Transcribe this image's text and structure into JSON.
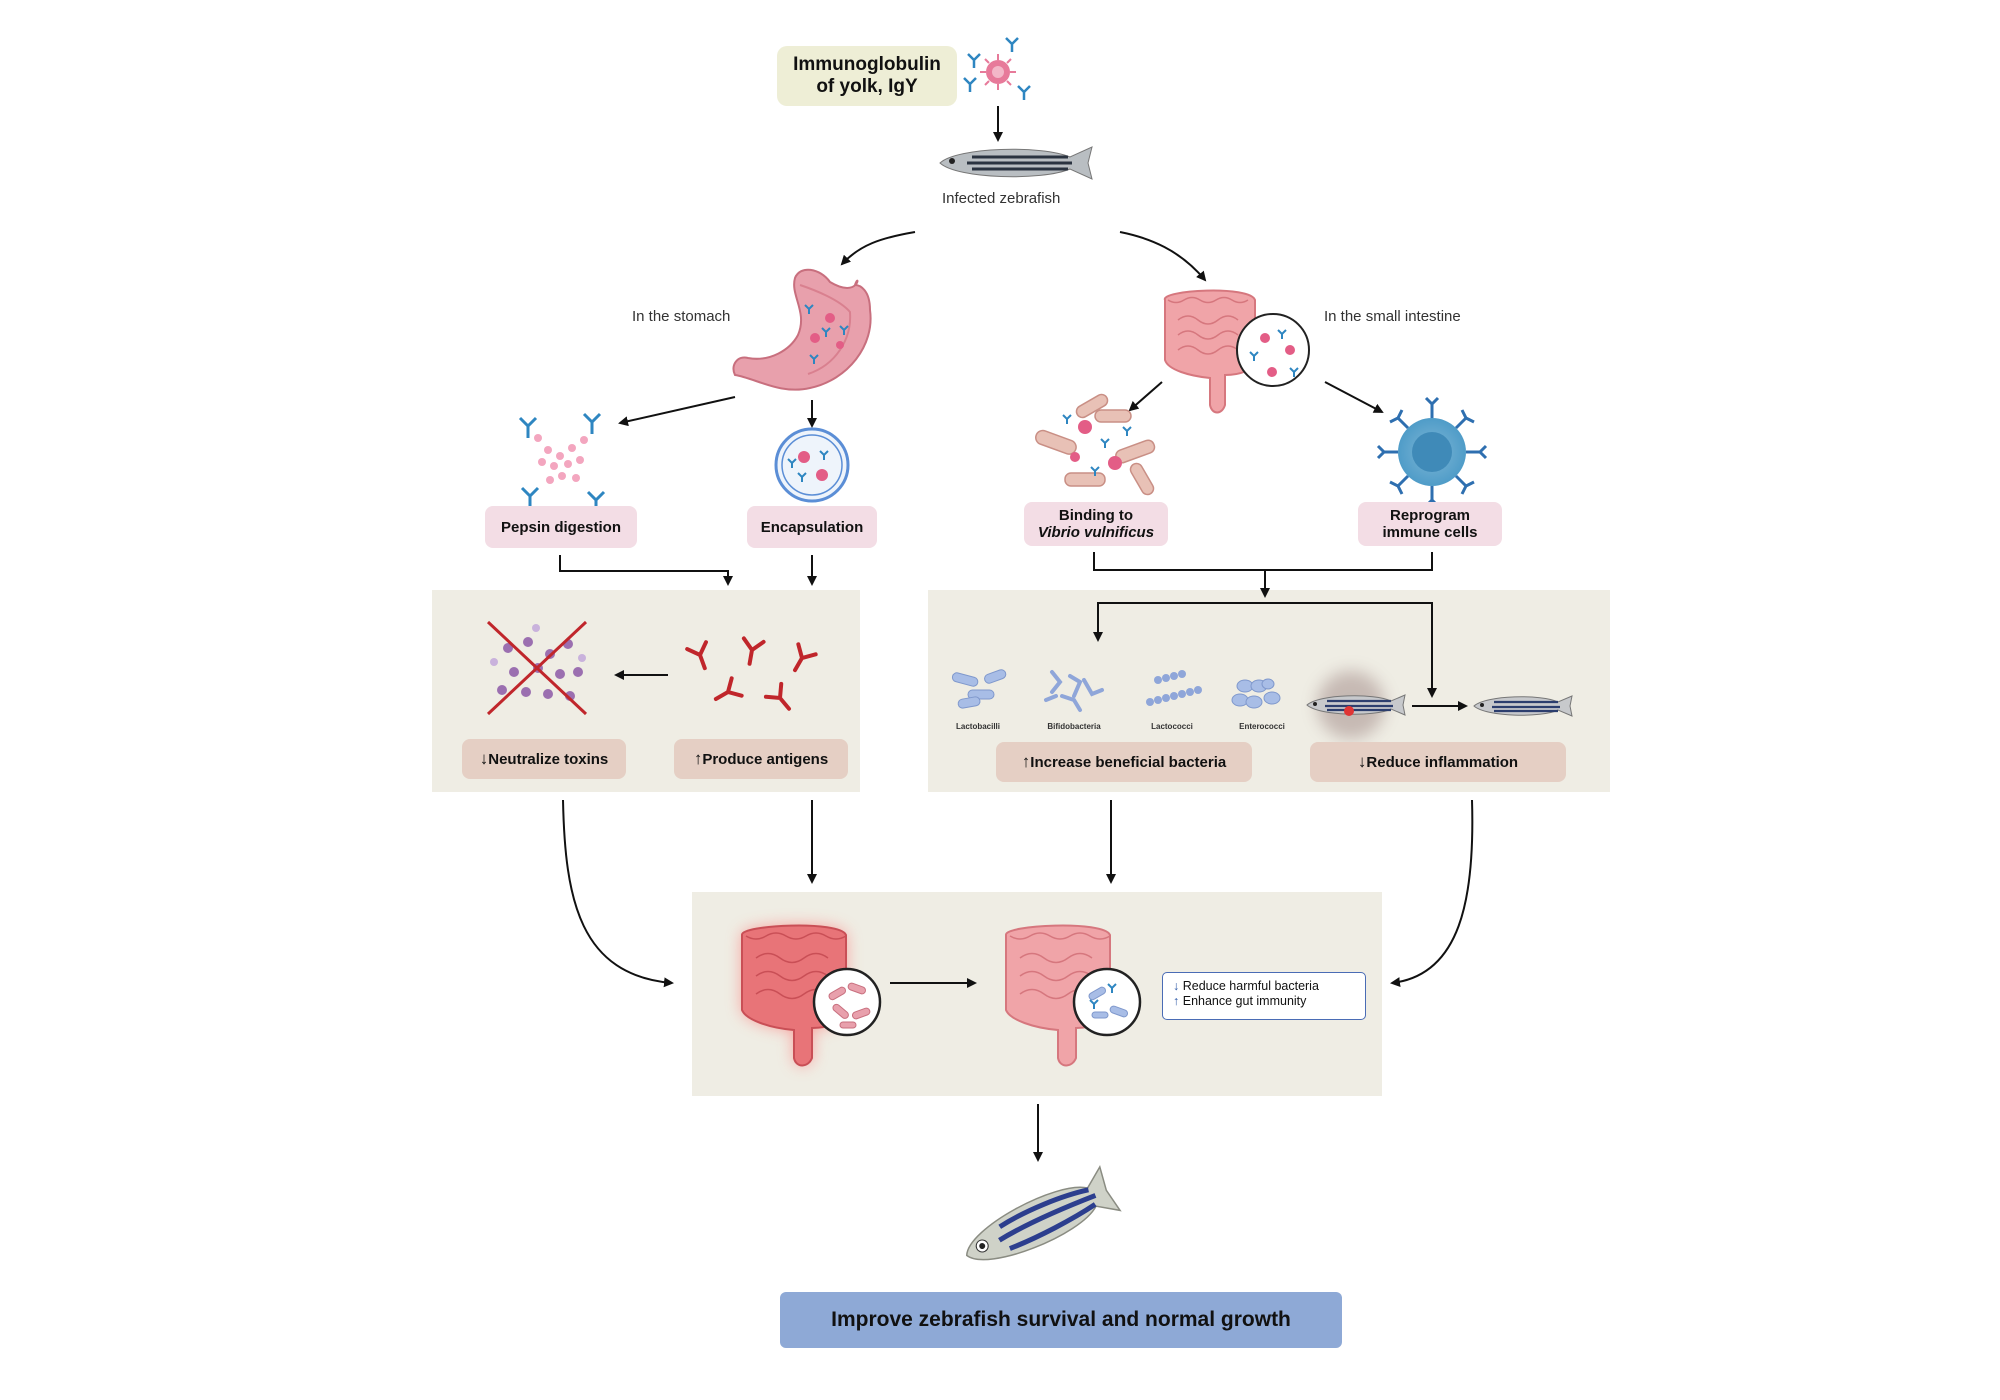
{
  "source": {
    "line1": "Immunoglobulin",
    "line2": "of yolk, IgY"
  },
  "infected_label": "Infected zebrafish",
  "stomach": {
    "label": "In the stomach",
    "pepsin": "Pepsin digestion",
    "encapsulation": "Encapsulation",
    "neutralize": "Neutralize toxins",
    "produce": "Produce antigens"
  },
  "intestine": {
    "label": "In the small intestine",
    "binding_line1": "Binding to",
    "binding_line2": "Vibrio vulnificus",
    "reprogram_line1": "Reprogram",
    "reprogram_line2": "immune cells",
    "bacteria": [
      "Lactobacilli",
      "Bifidobacteria",
      "Lactococci",
      "Enterococci"
    ],
    "increase": "Increase beneficial bacteria",
    "reduce_inflammation": "Reduce inflammation"
  },
  "gut": {
    "line1": "Reduce harmful bacteria",
    "line2": "Enhance gut immunity"
  },
  "outcome": "Improve zebrafish survival and normal growth",
  "arrows": {
    "up": "↑",
    "down": "↓"
  },
  "colors": {
    "panel": "#efede4",
    "pink_box": "#f3dde5",
    "tan_box": "#e5cfc4",
    "outcome": "#8ea9d6",
    "antibody_red": "#c0262b",
    "antibody_blue": "#2e86c1"
  }
}
